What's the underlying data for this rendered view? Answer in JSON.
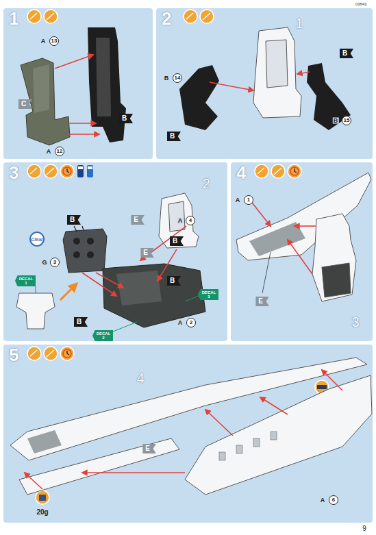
{
  "diagram": {
    "nodes": [
      {
        "text": [
          "1"
        ]
      },
      {
        "text": [
          "2"
        ]
      },
      {
        "text": [
          "3"
        ]
      },
      {
        "text": [
          "4"
        ]
      },
      {
        "text": [
          "5"
        ]
      }
    ],
    "labels": [
      "03843",
      "A",
      "13",
      "C",
      "A",
      "12",
      "B",
      "1",
      "B",
      "B",
      "14",
      "B",
      "15",
      "B",
      "B",
      "E",
      "A",
      "4",
      "B",
      "2",
      "Clear",
      "G",
      "3",
      "E",
      "B",
      "DECAL 3",
      "B",
      "DECAL 2",
      "A",
      "2",
      "DECAL 1",
      "A",
      "1",
      "E",
      "3",
      "4",
      "E",
      "A",
      "6",
      "20g",
      "9"
    ]
  }
}
